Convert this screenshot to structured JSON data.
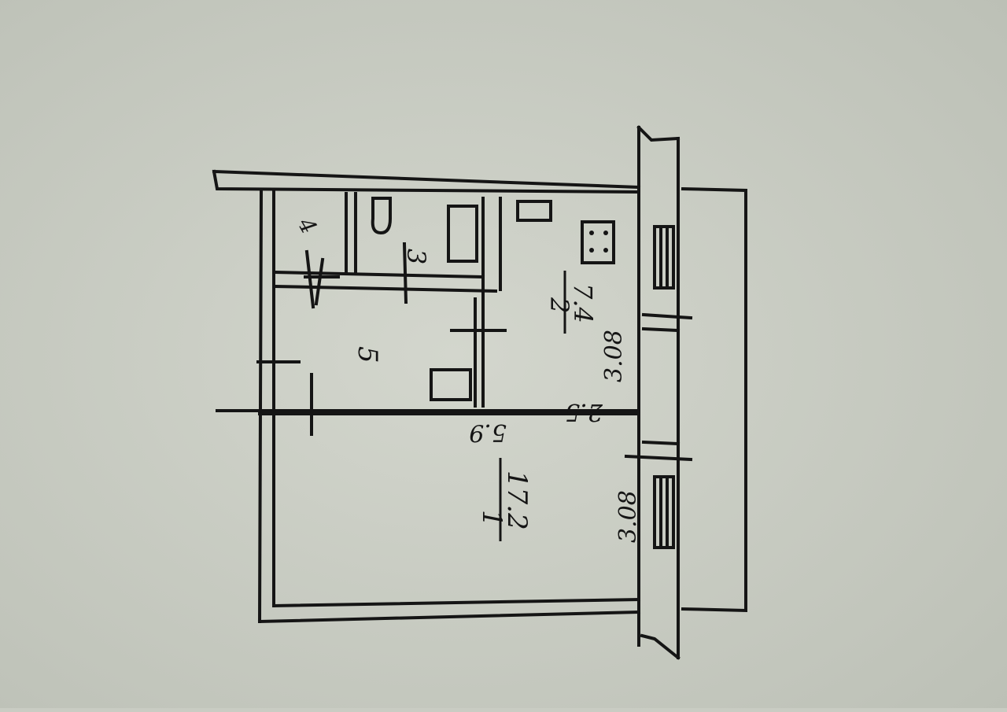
{
  "colors": {
    "paper": "#c9ccc3",
    "ink": "#151515"
  },
  "rooms": [
    {
      "number": "1",
      "area": "17.2"
    },
    {
      "number": "2",
      "area": "7.4"
    },
    {
      "number": "3",
      "area": ""
    },
    {
      "number": "4",
      "area": ""
    },
    {
      "number": "5",
      "area": ""
    }
  ],
  "dimensions": {
    "kitchen_width": "2.5",
    "kitchen_depth": "3.08",
    "room_width": "5.9",
    "room_window_depth": "3.08"
  }
}
